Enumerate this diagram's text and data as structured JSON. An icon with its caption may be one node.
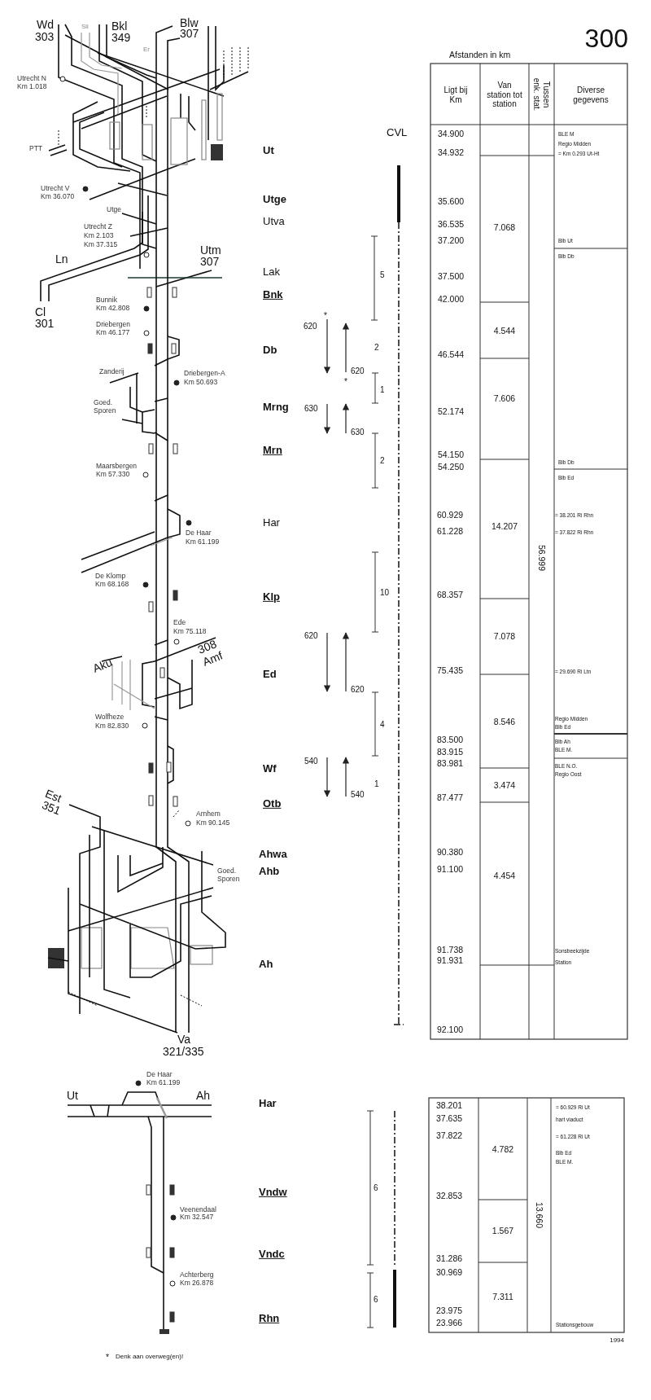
{
  "diagram": {
    "title": "300",
    "labels": [
      "Wd",
      "303",
      "Sli",
      "Bkl",
      "349",
      "Er",
      "Blw",
      "307",
      "Utrecht N",
      "Km 1.018",
      "CVL",
      "PTT",
      "Ut",
      "Utrecht V",
      "Km 36.070",
      "Utge",
      "Utge",
      "Utva",
      "Utrecht Z",
      "Km 2.103",
      "Km 37.315",
      "Utm",
      "307",
      "Ln",
      "Lak",
      "5",
      "Bnk",
      "Bunnik",
      "Km 42.808",
      "Cl",
      "301",
      "*",
      "Driebergen",
      "Km 46.177",
      "620",
      "Db",
      "2",
      "620",
      "Zanderij",
      "Driebergen-A",
      "Km 50.693",
      "*",
      "1",
      "Goed.",
      "Mrng",
      "630",
      "Sporen",
      "630",
      "Mrn",
      "2",
      "Maarsbergen",
      "Km 57.330",
      "Har",
      "De Haar",
      "Km 61.199",
      "De Klomp",
      "Km 68.168",
      "10",
      "Klp",
      "Ede",
      "Km 75.118",
      "620",
      "308",
      "Amf",
      "Aku",
      "Ed",
      "620",
      "Wolfheze",
      "Km 82.830",
      "4",
      "540",
      "Wf",
      "1",
      "Est",
      "540",
      "351",
      "Otb",
      "Arnhem",
      "Km 90.145",
      "Ahwa",
      "Goed.",
      "Ahb",
      "Sporen",
      "Ah",
      "Va",
      "321/335",
      "De Haar",
      "Km 61.199",
      "Ut",
      "Ah",
      "Har",
      "6",
      "Vndw",
      "Veenendaal",
      "Km 32.547",
      "Vndc",
      "Achterberg",
      "Km 26.878",
      "6",
      "Rhn",
      "*",
      "Denk aan overweg(en)!",
      "Afstanden in km",
      "Ligt bij Km",
      "Van station tot station",
      "Tussen enk. stat.",
      "Diverse gegevens",
      "34.900",
      "BLE M",
      "Regio Midden",
      "34.932",
      "= Km 0.293 Ut-Ht",
      "35.600",
      "36.535",
      "7.068",
      "37.200",
      "Blb Ut",
      "Blb Db",
      "37.500",
      "42.000",
      "4.544",
      "46.544",
      "7.606",
      "52.174",
      "54.150",
      "Blb Db",
      "54.250",
      "Blb Ed",
      "60.929",
      "= 38.201 Ri Rhn",
      "14.207",
      "61.228",
      "= 37.822 Ri Rhn",
      "56.999",
      "68.357",
      "7.078",
      "75.435",
      "= 29.690 Ri Ltn",
      "Regio Midden",
      "8.546",
      "Blb Ed",
      "83.500",
      "Blb Ah",
      "BLE M.",
      "83.915",
      "83.981",
      "BLE N.O.",
      "Regio Oost",
      "3.474",
      "87.477",
      "90.380",
      "91.100",
      "4.454",
      "91.738",
      "Sonsbeekzijde",
      "91.931",
      "Station",
      "92.100",
      "38.201",
      "= 60.929 Ri Ut",
      "37.635",
      "hart viaduct",
      "37.822",
      "= 61.228 Ri Ut",
      "4.782",
      "Blb Ed",
      "BLE M.",
      "32.853",
      "13.660",
      "1.567",
      "31.286",
      "30.969",
      "7.311",
      "23.975",
      "23.966",
      "Stationsgebouw",
      "1994"
    ]
  }
}
